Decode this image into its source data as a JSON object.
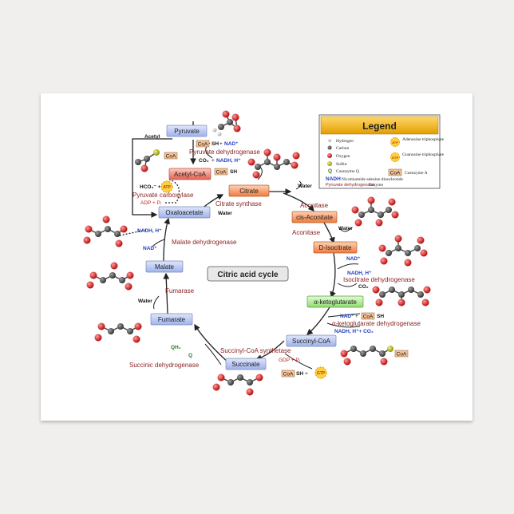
{
  "title": "Citric acid cycle",
  "legend": {
    "heading": "Legend",
    "items": [
      "Hydrogen",
      "Carbon",
      "Oxygen",
      "Sulfur",
      "Coenzyme Q",
      "Adenosine triphosphate",
      "Guanosine triphosphate",
      "Coenzyme A"
    ],
    "nadh_key": "NADH",
    "nadh_desc": "Nicotinamide adenine dinucleotide",
    "enzyme_example": "Pyruvate dehydrogenase",
    "enzyme_desc": "Enzyme",
    "q_key": "Q",
    "coa_key": "CoA",
    "atp_key": "ATP",
    "gtp_key": "GTP"
  },
  "metabolites": {
    "pyruvate": "Pyruvate",
    "acetyl_coa": "Acetyl-CoA",
    "citrate": "Citrate",
    "cis_aconitate": "cis-Aconitate",
    "d_isocitrate": "D-Isocitrate",
    "a_ketoglutarate": "α-ketoglutarate",
    "succinyl_coa": "Succinyl-CoA",
    "succinate": "Succinate",
    "fumarate": "Fumarate",
    "malate": "Malate",
    "oxaloacetate": "Oxaloacetate"
  },
  "enzymes": {
    "pyruvate_dehydrogenase": "Pyruvate dehydrogenase",
    "pyruvate_carboxylase": "Pyruvate carboxylase",
    "citrate_synthase": "Citrate synthase",
    "aconitase_1": "Aconitase",
    "aconitase_2": "Aconitase",
    "isocitrate_dehydrogenase": "Isocitrate dehydrogenase",
    "a_ketoglutarate_dehydrogenase": "α-ketoglutarate dehydrogenase",
    "succinyl_coa_synthetase": "Succinyl-CoA synthetase",
    "succinic_dehydrogenase": "Succinic dehydrogenase",
    "fumarase": "Fumarase",
    "malate_dehydrogenase": "Malate dehydrogenase"
  },
  "cofactors": {
    "acetyl": "Acetyl",
    "coa": "CoA",
    "sh": "SH",
    "nad_plus": "NAD⁺",
    "plus": "+",
    "co2": "CO₂",
    "nadh_h": "NADH, H⁺",
    "hco3": "HCO₃⁻ +",
    "atp": "ATP",
    "adp_pi": "ADP + Pᵢ",
    "water": "Water",
    "gdp_pi": "GDP + Pᵢ",
    "gtp": "GTP",
    "q": "Q",
    "qh2": "QH₂",
    "nadh_h_co2": "NADH, H⁺+ CO₂"
  },
  "colors": {
    "metabolite_blue": "#b8c6f2",
    "metabolite_orange": "#f39b63",
    "metabolite_green": "#b7ec9f",
    "enzyme_text": "#8a1e1e",
    "cofactor_blue": "#1f3dbf",
    "legend_header": "#f0b400"
  }
}
